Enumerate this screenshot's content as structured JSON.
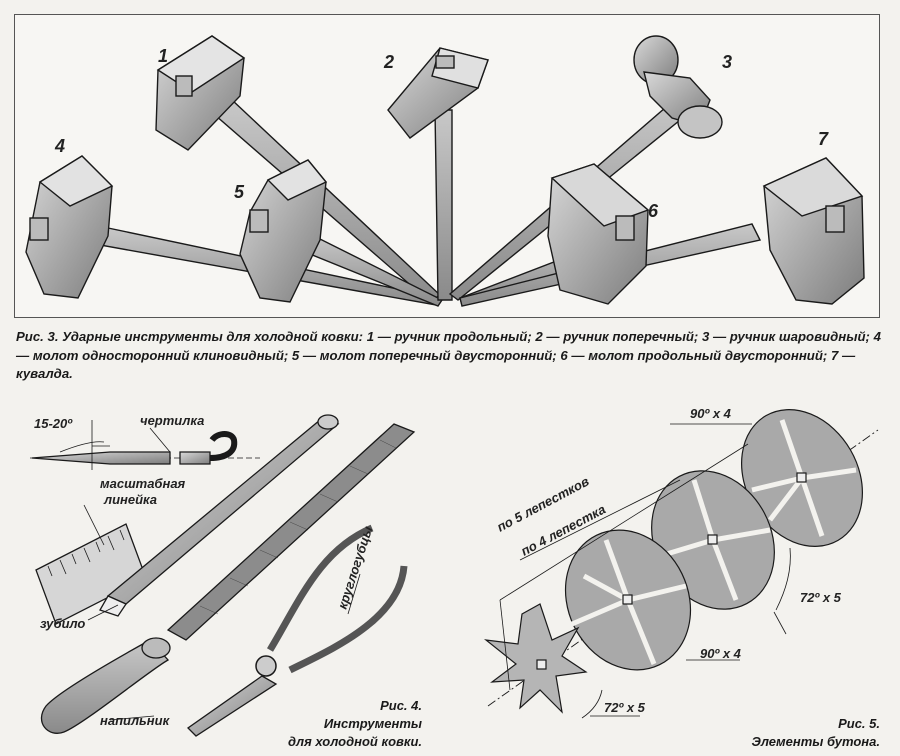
{
  "figure3": {
    "labels": {
      "n1": "1",
      "n2": "2",
      "n3": "3",
      "n4": "4",
      "n5": "5",
      "n6": "6",
      "n7": "7"
    },
    "caption": "Рис. 3. Ударные инструменты для холодной ковки: 1 — ручник продольный; 2 — ручник поперечный; 3 — ручник шаровидный; 4 — молот односторонний клиновидный; 5 — молот поперечный двусторонний; 6 — молот продольный двусторонний; 7 — кувалда."
  },
  "figure4": {
    "angle_label": "15-20º",
    "scriber_label": "чертилка",
    "ruler_label_line1": "масштабная",
    "ruler_label_line2": "линейка",
    "chisel_label": "зубило",
    "file_label": "напильник",
    "pliers_label": "круглогубцы",
    "caption_line1": "Рис. 4.",
    "caption_line2": "Инструменты",
    "caption_line3": "для холодной ковки."
  },
  "figure5": {
    "petals5_label": "по 5 лепестков",
    "petals4_label": "по 4 лепестка",
    "angle_top": "90º х 4",
    "angle_right": "72º х 5",
    "angle_mid": "90º х 4",
    "angle_bottom": "72º х 5",
    "caption_line1": "Рис. 5.",
    "caption_line2": "Элементы бутона."
  },
  "colors": {
    "ink": "#1a1a1a",
    "metal": "#9a9a9a",
    "petal": "#a9a9a9",
    "paper": "#f3f2ee"
  }
}
